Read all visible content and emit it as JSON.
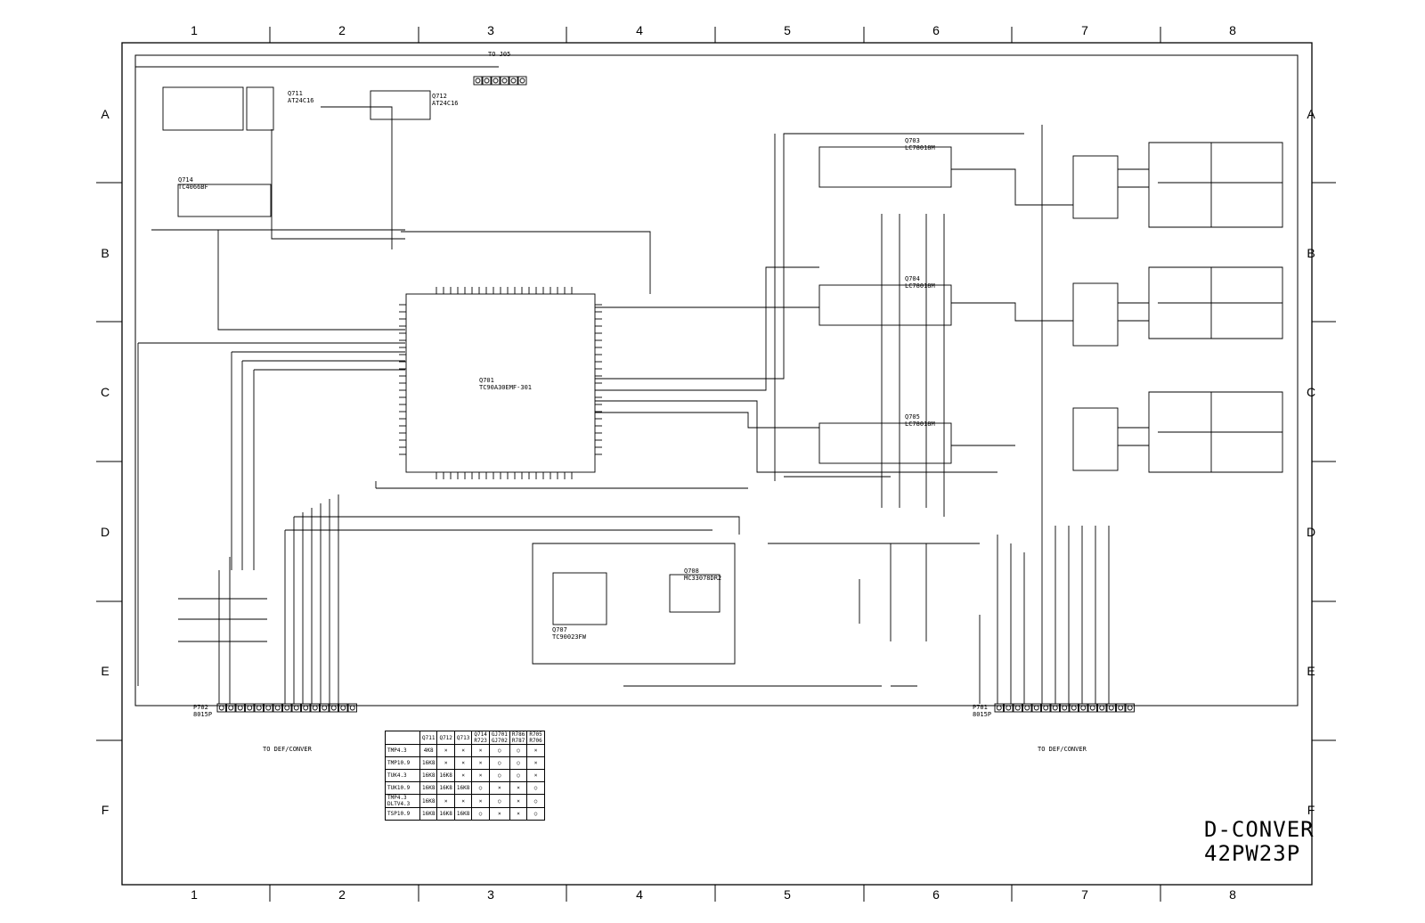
{
  "grid": {
    "columns": [
      "1",
      "2",
      "3",
      "4",
      "5",
      "6",
      "7",
      "8"
    ],
    "rows": [
      "A",
      "B",
      "C",
      "D",
      "E",
      "F"
    ]
  },
  "title": {
    "line1": "D-CONVER",
    "line2": "42PW23P"
  },
  "connectors": {
    "top_label": "TO J05",
    "bottom_left_ref": "P702",
    "bottom_left_type": "8015P",
    "bottom_left_dest": "TO DEF/CONVER",
    "bottom_right_ref": "P701",
    "bottom_right_type": "8015P",
    "bottom_right_dest": "TO DEF/CONVER"
  },
  "ics": [
    {
      "ref": "Q701",
      "part": "TC90A30EMF-301"
    },
    {
      "ref": "Q703",
      "part": "LC78018M"
    },
    {
      "ref": "Q704",
      "part": "LC78018M"
    },
    {
      "ref": "Q705",
      "part": "LC78018M"
    },
    {
      "ref": "Q714",
      "part": "TC4066BF"
    },
    {
      "ref": "Q707",
      "part": "TC90023FW"
    },
    {
      "ref": "Q708",
      "part": "MC33078DR2"
    },
    {
      "ref": "Q711",
      "part": "AT24C16"
    },
    {
      "ref": "Q712",
      "part": "AT24C16"
    }
  ],
  "option_table": {
    "header": [
      "",
      "Q711",
      "Q712",
      "Q713",
      "Q714\nR723",
      "GJ701\nGJ702",
      "R786\nR787",
      "R705\nR706"
    ],
    "rows": [
      [
        "TMP4.3",
        "4K8",
        "×",
        "×",
        "×",
        "○",
        "○",
        "×"
      ],
      [
        "TMP10.9",
        "16K8",
        "×",
        "×",
        "×",
        "○",
        "○",
        "×"
      ],
      [
        "TUK4.3",
        "16K8",
        "16K8",
        "×",
        "×",
        "○",
        "○",
        "×"
      ],
      [
        "TUK10.9",
        "16K8",
        "16K8",
        "16K8",
        "○",
        "×",
        "×",
        "○"
      ],
      [
        "TMP4.3\nDLTV4.3",
        "16K8",
        "×",
        "×",
        "×",
        "○",
        "×",
        "○"
      ],
      [
        "TSP10.9",
        "16K8",
        "16K8",
        "16K8",
        "○",
        "×",
        "×",
        "○"
      ]
    ]
  },
  "colors": {
    "ink": "#000000",
    "paper": "#ffffff"
  }
}
